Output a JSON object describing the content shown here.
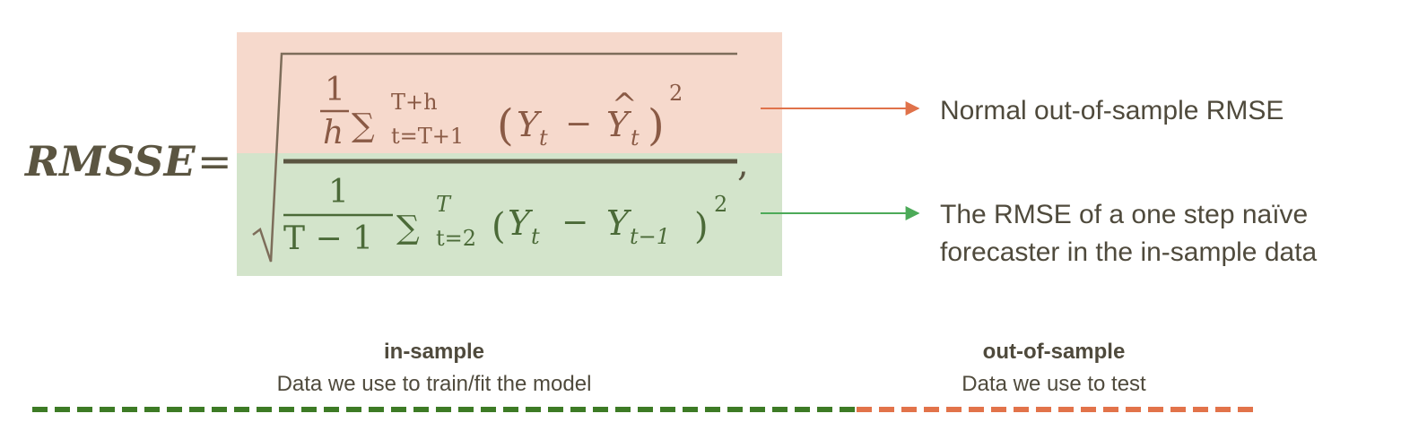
{
  "colors": {
    "formula_text": "#5b5541",
    "numerator_text": "#8a5a45",
    "denominator_text": "#4b6a38",
    "out_of_sample_bg": "#f6d9cc",
    "in_sample_bg": "#d3e4cb",
    "orange": "#e0724a",
    "green": "#4caa58",
    "dash_green": "#3d7b25",
    "dash_orange": "#e2734a",
    "label_text": "#4f4a3c"
  },
  "formula": {
    "lhs": "RMSSE",
    "equals": "=",
    "trailing_comma": ",",
    "numerator": {
      "one": "1",
      "h": "h",
      "sigma": "∑",
      "sum_upper": "T+h",
      "sum_lower": "t=T+1",
      "open_paren": "(",
      "y_t": "Y",
      "y_t_sub": "t",
      "minus": "−",
      "y_hat": "Y",
      "hat": "^",
      "y_hat_sub": "t",
      "close_paren": ")",
      "square": "2"
    },
    "denominator": {
      "one": "1",
      "t_minus_one": "T − 1",
      "sigma": "∑",
      "sum_upper": "T",
      "sum_lower": "t=2",
      "open_paren": "(",
      "y_t": "Y",
      "y_t_sub": "t",
      "minus": "−",
      "y_prev": "Y",
      "y_prev_sub": "t−1",
      "close_paren": ")",
      "square": "2"
    }
  },
  "annotations": {
    "numerator_note": "Normal out-of-sample RMSE",
    "denominator_note_line1": "The RMSE of a one step naïve",
    "denominator_note_line2": "forecaster in the in-sample data"
  },
  "timeline": {
    "in_sample_title": "in-sample",
    "in_sample_desc": "Data we use to train/fit the model",
    "out_sample_title": "out-of-sample",
    "out_sample_desc": "Data we use to test"
  }
}
